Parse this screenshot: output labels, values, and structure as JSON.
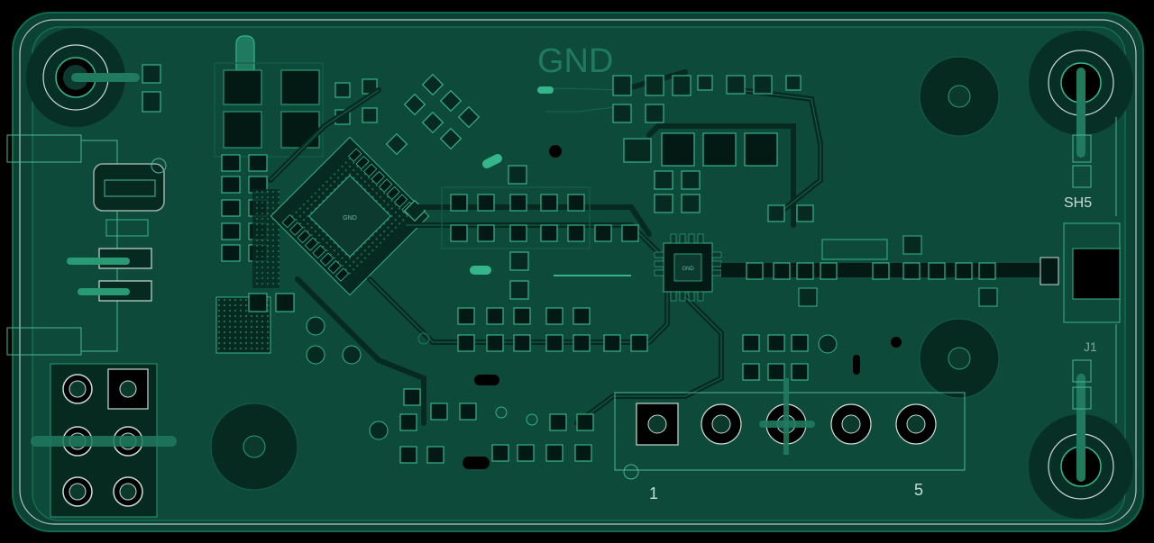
{
  "board": {
    "net_label": "GND",
    "ref_shield": "SH5",
    "ref_connector": "J1",
    "pin_first": "1",
    "pin_last": "5",
    "ic_main_label": "GND",
    "ic_small_label": "GND"
  },
  "colors": {
    "background": "#000000",
    "board_fill": "#0a3d30",
    "copper_pour": "#0d4a3a",
    "trace": "#08382b",
    "trace_highlight": "#1f7a5e",
    "pad_outline": "#35b58a",
    "silkscreen": "#c8dcd4",
    "board_edge": "#b7c7c1"
  }
}
